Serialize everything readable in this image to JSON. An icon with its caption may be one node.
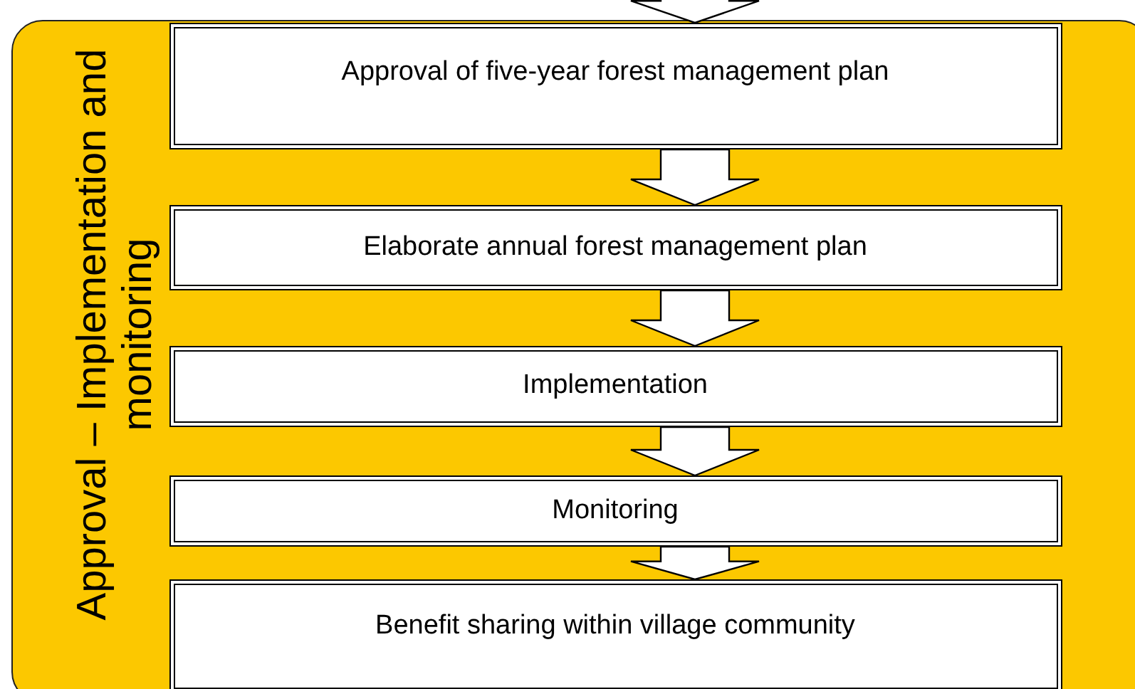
{
  "diagram": {
    "nodes": [
      {
        "text": [
          "Approval – Implementation and monitoring"
        ]
      },
      {
        "text": [
          "Approval of five-year forest management plan"
        ],
        "in": 0
      },
      {
        "text": [
          "Elaborate annual forest management plan"
        ],
        "in": 0
      },
      {
        "text": [
          "Implementation"
        ],
        "in": 0
      },
      {
        "text": [
          "Monitoring"
        ],
        "in": 0
      },
      {
        "text": [
          "Benefit sharing within village community"
        ],
        "in": 0
      }
    ],
    "edges": [
      {
        "from": null,
        "to": 1,
        "arrow": "to"
      },
      {
        "from": 1,
        "to": 2,
        "arrow": "to"
      },
      {
        "from": 2,
        "to": 3,
        "arrow": "to"
      },
      {
        "from": 3,
        "to": 4,
        "arrow": "to"
      },
      {
        "from": 4,
        "to": 5,
        "arrow": "to"
      }
    ]
  }
}
